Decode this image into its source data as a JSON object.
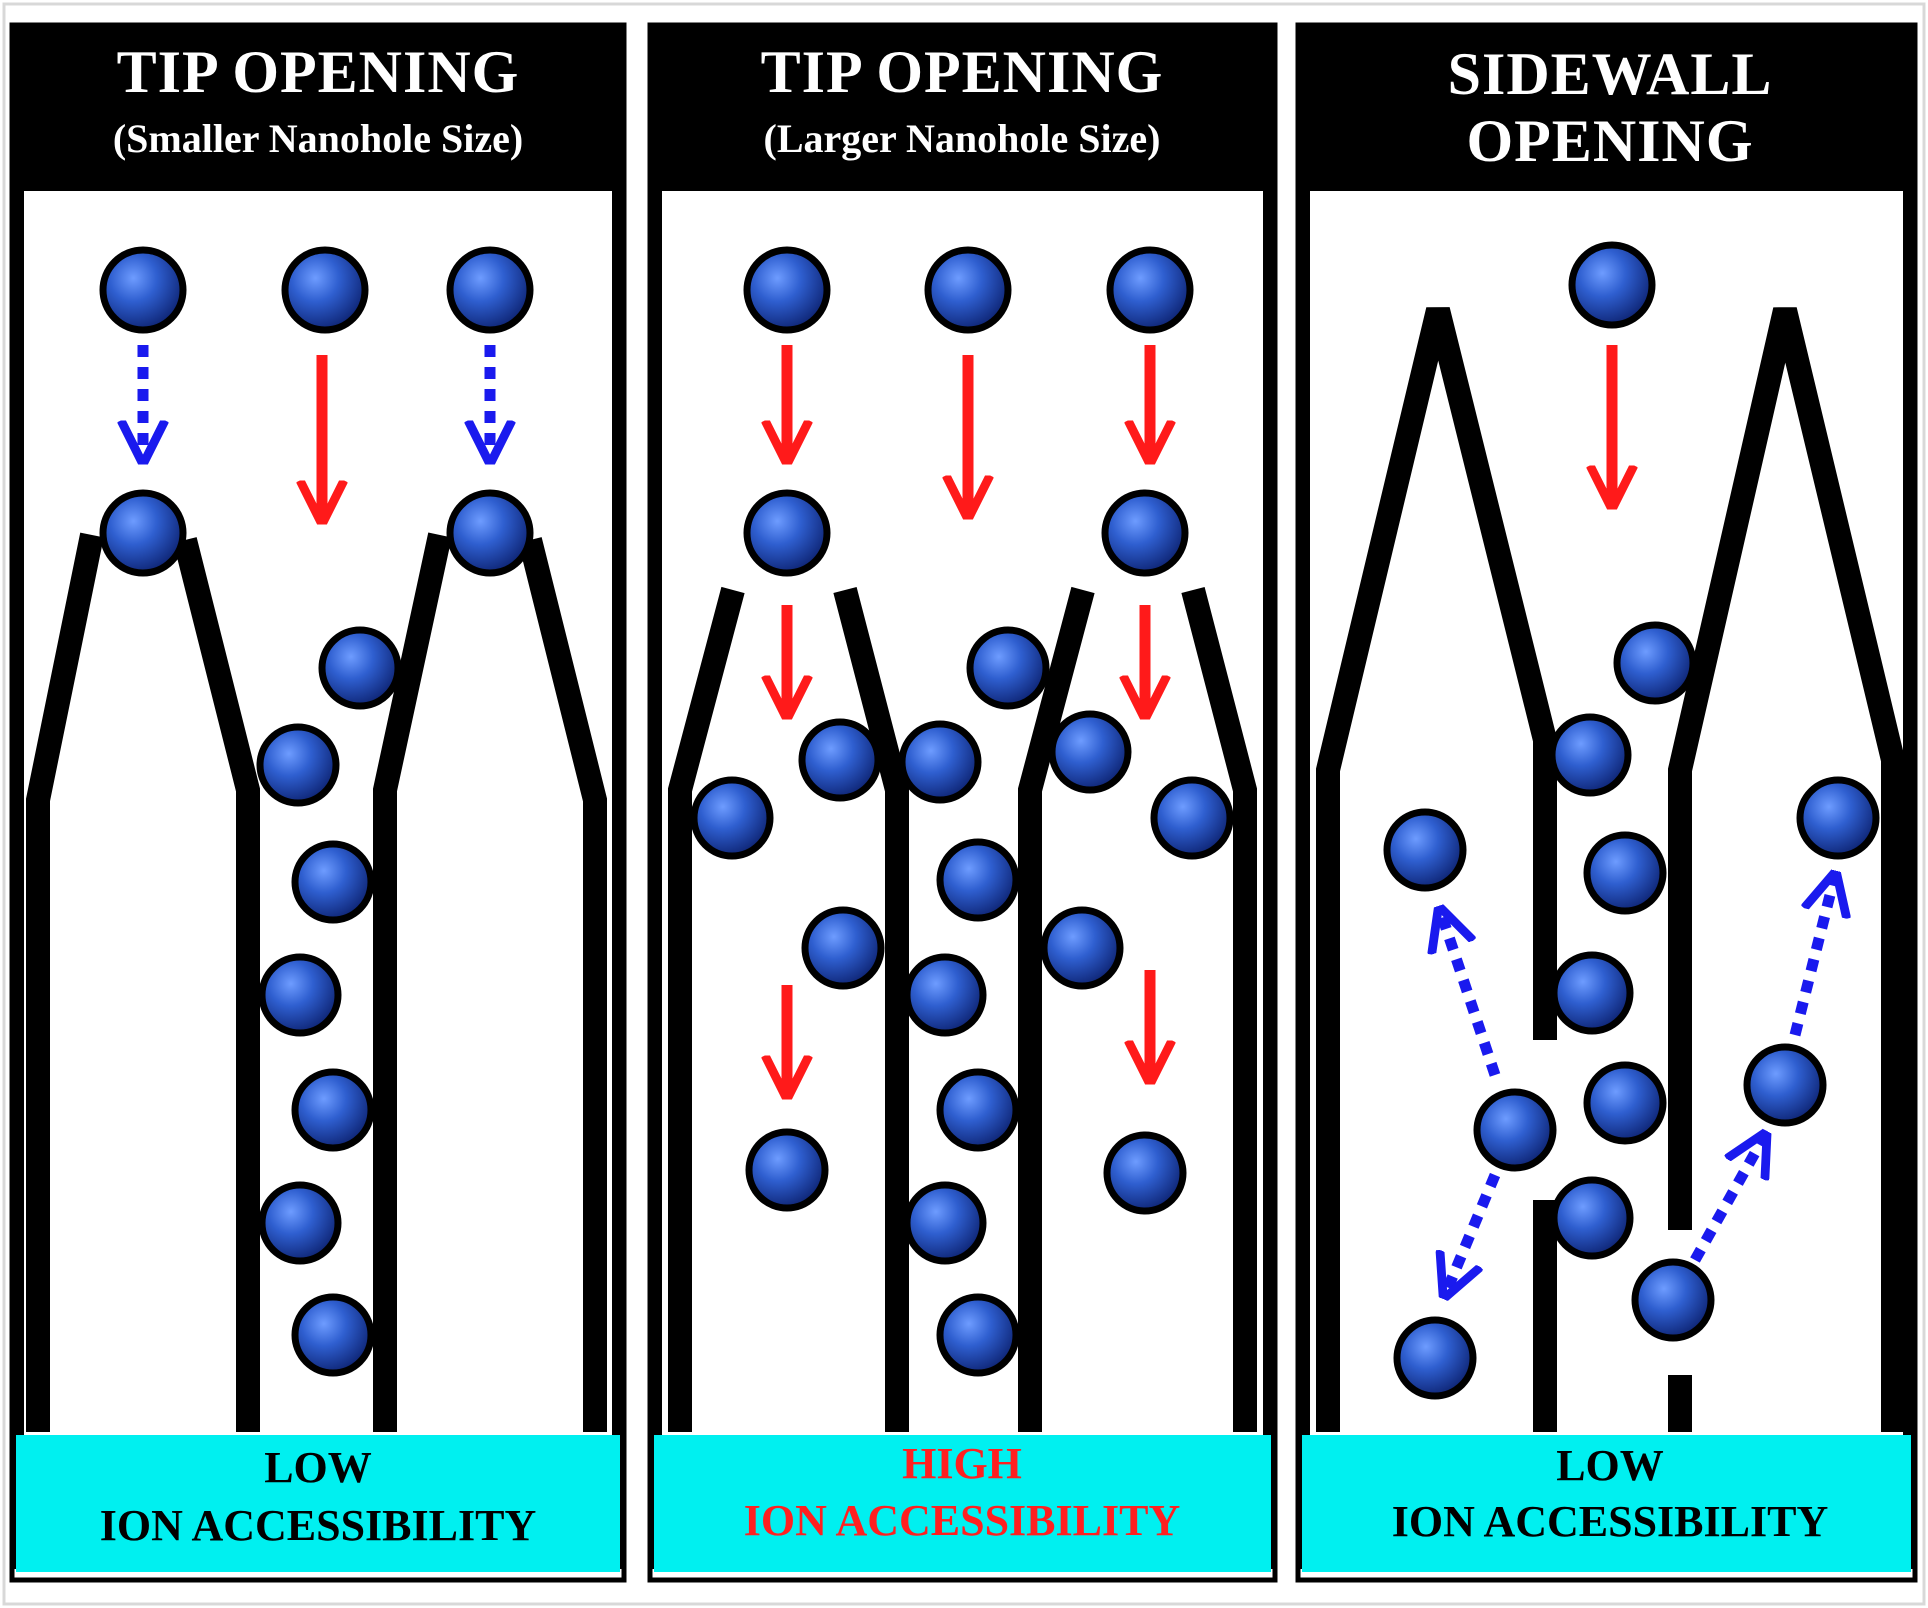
{
  "panels": [
    {
      "id": "tip-small",
      "header_lines": [
        "TIP OPENING",
        "(Smaller Nanohole Size)"
      ],
      "footer_lines": [
        "LOW",
        "ION ACCESSIBILITY"
      ],
      "footer_color": "#000000"
    },
    {
      "id": "tip-large",
      "header_lines": [
        "TIP OPENING",
        "(Larger Nanohole Size)"
      ],
      "footer_lines": [
        "HIGH",
        "ION ACCESSIBILITY"
      ],
      "footer_color": "#ff2020"
    },
    {
      "id": "sidewall",
      "header_lines": [
        "SIDEWALL",
        "OPENING"
      ],
      "footer_lines": [
        "LOW",
        "ION ACCESSIBILITY"
      ],
      "footer_color": "#000000"
    }
  ],
  "colors": {
    "header_bg": "#000000",
    "header_text": "#ffffff",
    "footer_bg": "#00f0f0",
    "ion": "#2f5fd0",
    "arrow_blocked": "#1a1aee",
    "arrow_pass": "#ff1a1a",
    "wall": "#000000"
  },
  "icons": {
    "ion": "ion-sphere-icon",
    "blocked_arrow": "dotted-blue-arrow-icon",
    "pass_arrow": "solid-red-arrow-icon"
  }
}
